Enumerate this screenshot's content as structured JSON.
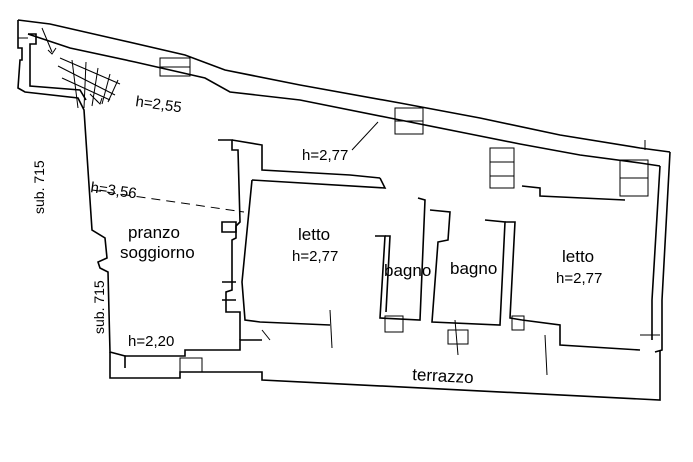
{
  "labels": {
    "h_255": "h=2,55",
    "h_277_top": "h=2,77",
    "h_356": "h=3,56",
    "h_220": "h=2,20",
    "sub_715_a": "sub. 715",
    "sub_715_b": "sub. 715",
    "pranzo": "pranzo",
    "soggiorno": "soggiorno",
    "letto_left": "letto",
    "letto_left_h": "h=2,77",
    "bagno_1": "bagno",
    "bagno_2": "bagno",
    "letto_right": "letto",
    "letto_right_h": "h=2,77",
    "terrazzo": "terrazzo"
  }
}
